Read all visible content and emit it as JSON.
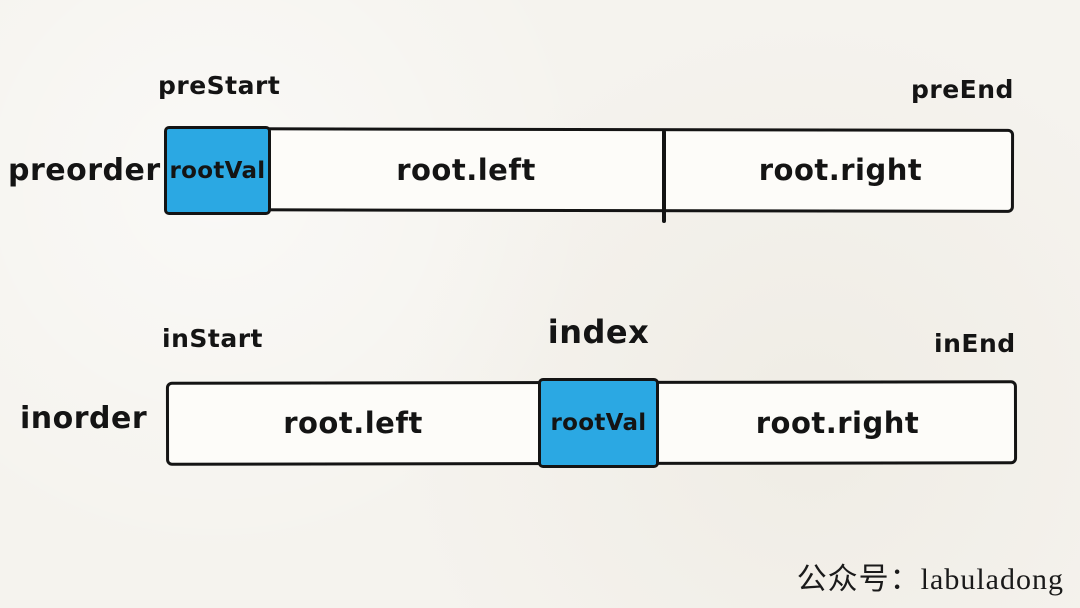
{
  "colors": {
    "paper_background": "#f5f3ee",
    "cell_background": "#fdfcf9",
    "highlight_blue": "#2ba8e3",
    "ink": "#141414"
  },
  "diagram": {
    "preorder": {
      "row_label": "preorder",
      "pointers": {
        "start": "preStart",
        "end": "preEnd"
      },
      "cells": [
        {
          "label": "rootVal",
          "highlighted": true
        },
        {
          "label": "root.left",
          "highlighted": false
        },
        {
          "label": "root.right",
          "highlighted": false
        }
      ]
    },
    "inorder": {
      "row_label": "inorder",
      "pointers": {
        "start": "inStart",
        "index": "index",
        "end": "inEnd"
      },
      "cells": [
        {
          "label": "root.left",
          "highlighted": false
        },
        {
          "label": "rootVal",
          "highlighted": true
        },
        {
          "label": "root.right",
          "highlighted": false
        }
      ]
    }
  },
  "watermark": {
    "text": "公众号：labuladong"
  }
}
